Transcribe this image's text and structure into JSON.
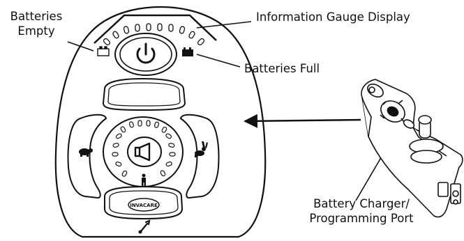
{
  "labels": {
    "batteries_empty_line1": "Batteries",
    "batteries_empty_line2": "Empty",
    "information_gauge": "Information Gauge Display",
    "batteries_full": "Batteries Full",
    "charger_line1": "Battery Charger/",
    "charger_line2": "Programming Port"
  },
  "brand": {
    "logo_text": "INVACARE"
  },
  "icons": {
    "power": "power-icon",
    "battery_empty": "battery-empty-icon",
    "battery_full": "battery-full-icon",
    "turtle": "turtle-icon",
    "rabbit": "rabbit-icon",
    "horn": "horn-icon",
    "person": "person-icon",
    "wrench": "wrench-icon"
  },
  "colors": {
    "line": "#111111",
    "background": "#ffffff"
  }
}
